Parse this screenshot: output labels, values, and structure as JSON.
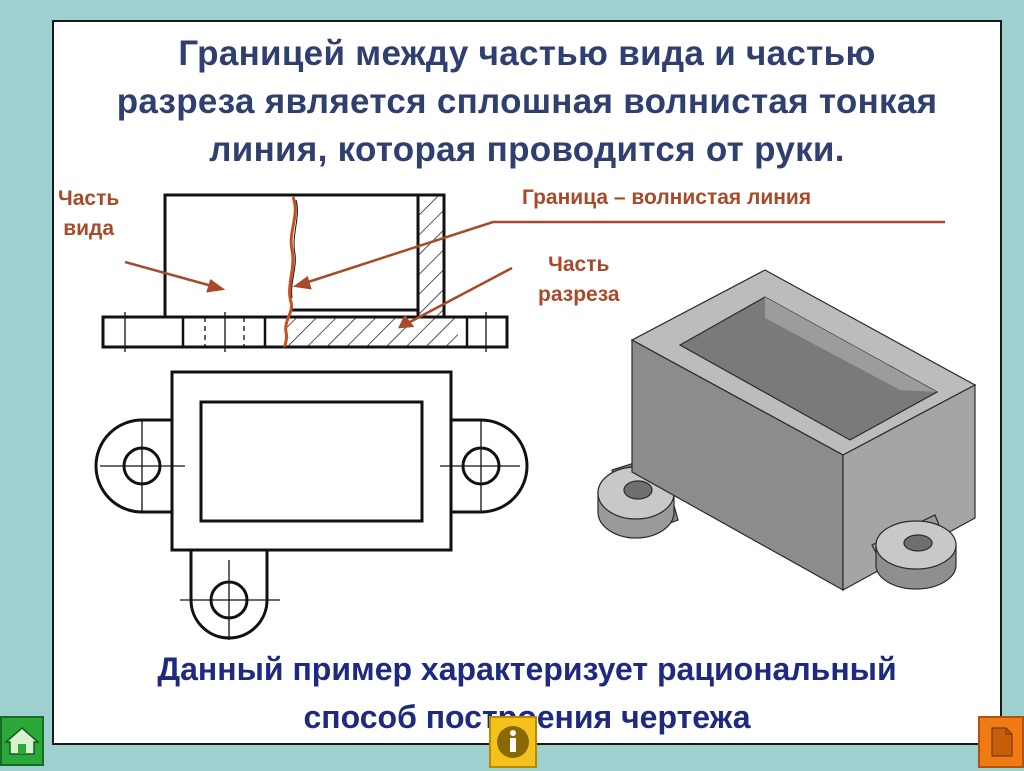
{
  "heading": {
    "lines": [
      "Границей между частью вида и частью",
      "разреза является сплошная волнистая тонкая",
      "линия, которая проводится от руки."
    ]
  },
  "labels": {
    "view_part": [
      "Часть",
      "вида"
    ],
    "boundary": "Граница – волнистая линия",
    "section_part": [
      "Часть",
      "разреза"
    ]
  },
  "footer": {
    "lines": [
      "Данный пример характеризует рациональный",
      "способ построения чертежа"
    ]
  },
  "colors": {
    "background": "#9fd0d0",
    "heading": "#2f3f6f",
    "label": "#a84a2a",
    "footer": "#1e2a80",
    "wavy_line": "#c8501e",
    "home": "#2aa83a",
    "info": "#f4c21c",
    "next": "#f07b15"
  },
  "nav": {
    "home_icon": "house-icon",
    "info_icon": "info-icon",
    "next_icon": "document-icon"
  }
}
